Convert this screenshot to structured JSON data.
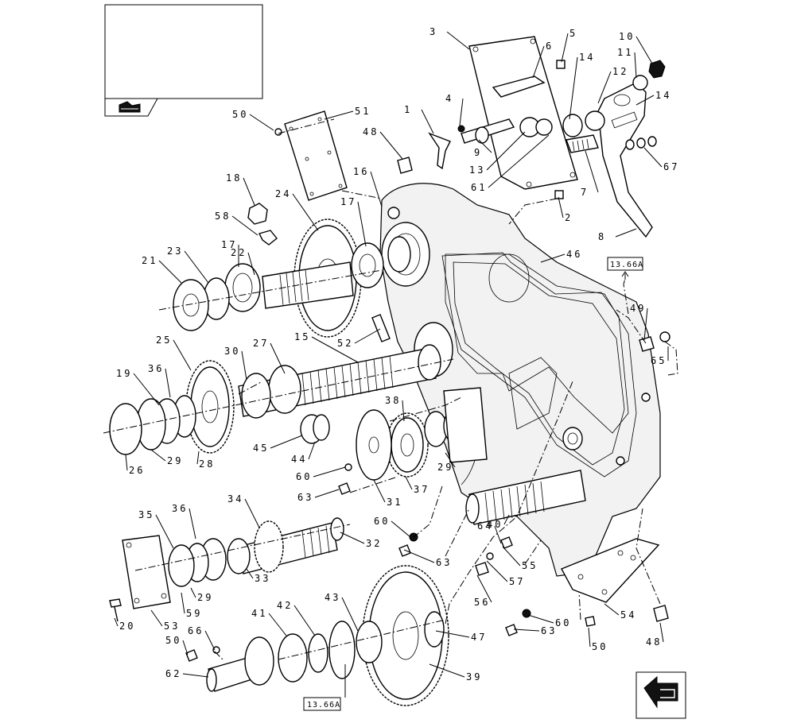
{
  "header_box": {
    "icon": "book-arrow-icon"
  },
  "nav": {
    "icon": "previous-page-arrow-icon"
  },
  "references": [
    {
      "id": "ref-top",
      "text": "13.66A"
    },
    {
      "id": "ref-bottom",
      "text": "13.66A"
    }
  ],
  "callouts": [
    {
      "n": "1"
    },
    {
      "n": "2"
    },
    {
      "n": "3"
    },
    {
      "n": "4"
    },
    {
      "n": "5"
    },
    {
      "n": "6"
    },
    {
      "n": "7"
    },
    {
      "n": "8"
    },
    {
      "n": "9"
    },
    {
      "n": "10"
    },
    {
      "n": "11"
    },
    {
      "n": "12"
    },
    {
      "n": "13"
    },
    {
      "n": "14"
    },
    {
      "n": "14"
    },
    {
      "n": "15"
    },
    {
      "n": "16"
    },
    {
      "n": "17"
    },
    {
      "n": "17"
    },
    {
      "n": "18"
    },
    {
      "n": "19"
    },
    {
      "n": "20"
    },
    {
      "n": "21"
    },
    {
      "n": "22"
    },
    {
      "n": "23"
    },
    {
      "n": "24"
    },
    {
      "n": "25"
    },
    {
      "n": "26"
    },
    {
      "n": "27"
    },
    {
      "n": "28"
    },
    {
      "n": "29"
    },
    {
      "n": "29"
    },
    {
      "n": "29"
    },
    {
      "n": "30"
    },
    {
      "n": "31"
    },
    {
      "n": "32"
    },
    {
      "n": "33"
    },
    {
      "n": "34"
    },
    {
      "n": "35"
    },
    {
      "n": "36"
    },
    {
      "n": "36"
    },
    {
      "n": "37"
    },
    {
      "n": "38"
    },
    {
      "n": "39"
    },
    {
      "n": "40"
    },
    {
      "n": "41"
    },
    {
      "n": "42"
    },
    {
      "n": "43"
    },
    {
      "n": "44"
    },
    {
      "n": "45"
    },
    {
      "n": "46"
    },
    {
      "n": "47"
    },
    {
      "n": "48"
    },
    {
      "n": "48"
    },
    {
      "n": "49"
    },
    {
      "n": "50"
    },
    {
      "n": "50"
    },
    {
      "n": "50"
    },
    {
      "n": "51"
    },
    {
      "n": "52"
    },
    {
      "n": "53"
    },
    {
      "n": "54"
    },
    {
      "n": "55"
    },
    {
      "n": "56"
    },
    {
      "n": "57"
    },
    {
      "n": "58"
    },
    {
      "n": "59"
    },
    {
      "n": "60"
    },
    {
      "n": "60"
    },
    {
      "n": "60"
    },
    {
      "n": "61"
    },
    {
      "n": "62"
    },
    {
      "n": "63"
    },
    {
      "n": "63"
    },
    {
      "n": "63"
    },
    {
      "n": "64"
    },
    {
      "n": "65"
    },
    {
      "n": "66"
    },
    {
      "n": "67"
    }
  ]
}
